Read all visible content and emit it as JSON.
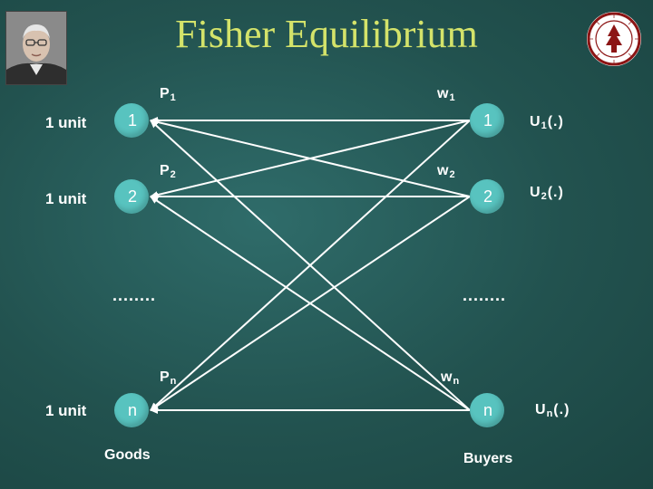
{
  "title": "Fisher Equilibrium",
  "left_units": [
    "1 unit",
    "1 unit",
    "1 unit"
  ],
  "goods": [
    {
      "node_label": "1",
      "price_base": "P",
      "price_sub": "1"
    },
    {
      "node_label": "2",
      "price_base": "P",
      "price_sub": "2"
    },
    {
      "node_label": "n",
      "price_base": "P",
      "price_sub": "n"
    }
  ],
  "buyers": [
    {
      "node_label": "1",
      "budget_base": "w",
      "budget_sub": "1",
      "util_base": "U",
      "util_sub": "1",
      "util_suffix": "(.)"
    },
    {
      "node_label": "2",
      "budget_base": "w",
      "budget_sub": "2",
      "util_base": "U",
      "util_sub": "2",
      "util_suffix": "(.)"
    },
    {
      "node_label": "n",
      "budget_base": "w",
      "budget_sub": "n",
      "util_base": "U",
      "util_sub": "n",
      "util_suffix": "(.)"
    }
  ],
  "ellipsis_left": "........",
  "ellipsis_right": "........",
  "goods_label": "Goods",
  "buyers_label": "Buyers",
  "colors": {
    "background": "#22524f",
    "title": "#d4e36a",
    "node": "#58c3bf",
    "text": "#ffffff",
    "seal": "#8c1515"
  },
  "icons": {
    "portrait": "portrait-photo",
    "logo": "university-seal-icon"
  }
}
